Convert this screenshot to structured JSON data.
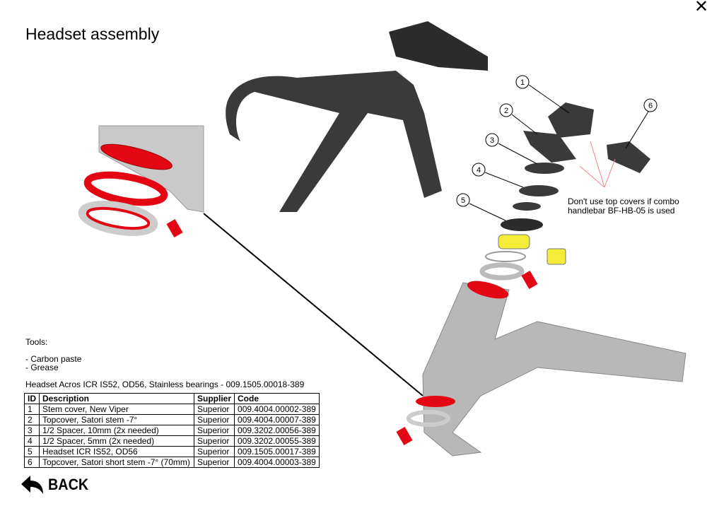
{
  "title": "Headset assembly",
  "close_icon": "close-icon",
  "note": [
    "Don't use top covers if combo",
    "handlebar BF-HB-05 is used"
  ],
  "callouts": [
    "1",
    "2",
    "3",
    "4",
    "5",
    "6"
  ],
  "tools_label": "Tools:",
  "tools": [
    "- Carbon paste",
    "- Grease"
  ],
  "headset_line": "Headset Acros ICR IS52, OD56, Stainless bearings - 009.1505.00018-389",
  "table": {
    "headers": [
      "ID",
      "Description",
      "Supplier",
      "Code"
    ],
    "rows": [
      [
        "1",
        "Stem cover, New Viper",
        "Superior",
        "009.4004.00002-389"
      ],
      [
        "2",
        "Topcover, Satori stem -7°",
        "Superior",
        "009.4004.00007-389"
      ],
      [
        "3",
        "1/2 Spacer, 10mm (2x needed)",
        "Superior",
        "009.3202.00056-389"
      ],
      [
        "4",
        "1/2 Spacer, 5mm (2x needed)",
        "Superior",
        "009.3202.00055-389"
      ],
      [
        "5",
        "Headset ICR IS52, OD56",
        "Superior",
        "009.1505.00017-389"
      ],
      [
        "6",
        "Topcover, Satori short stem -7° (70mm)",
        "Superior",
        "009.4004.00003-389"
      ]
    ]
  },
  "back_label": "BACK",
  "colors": {
    "red": "#e30613",
    "frame": "#b8b8b8",
    "bar": "#3a3a3a",
    "bearing": "#f5ec3a"
  }
}
